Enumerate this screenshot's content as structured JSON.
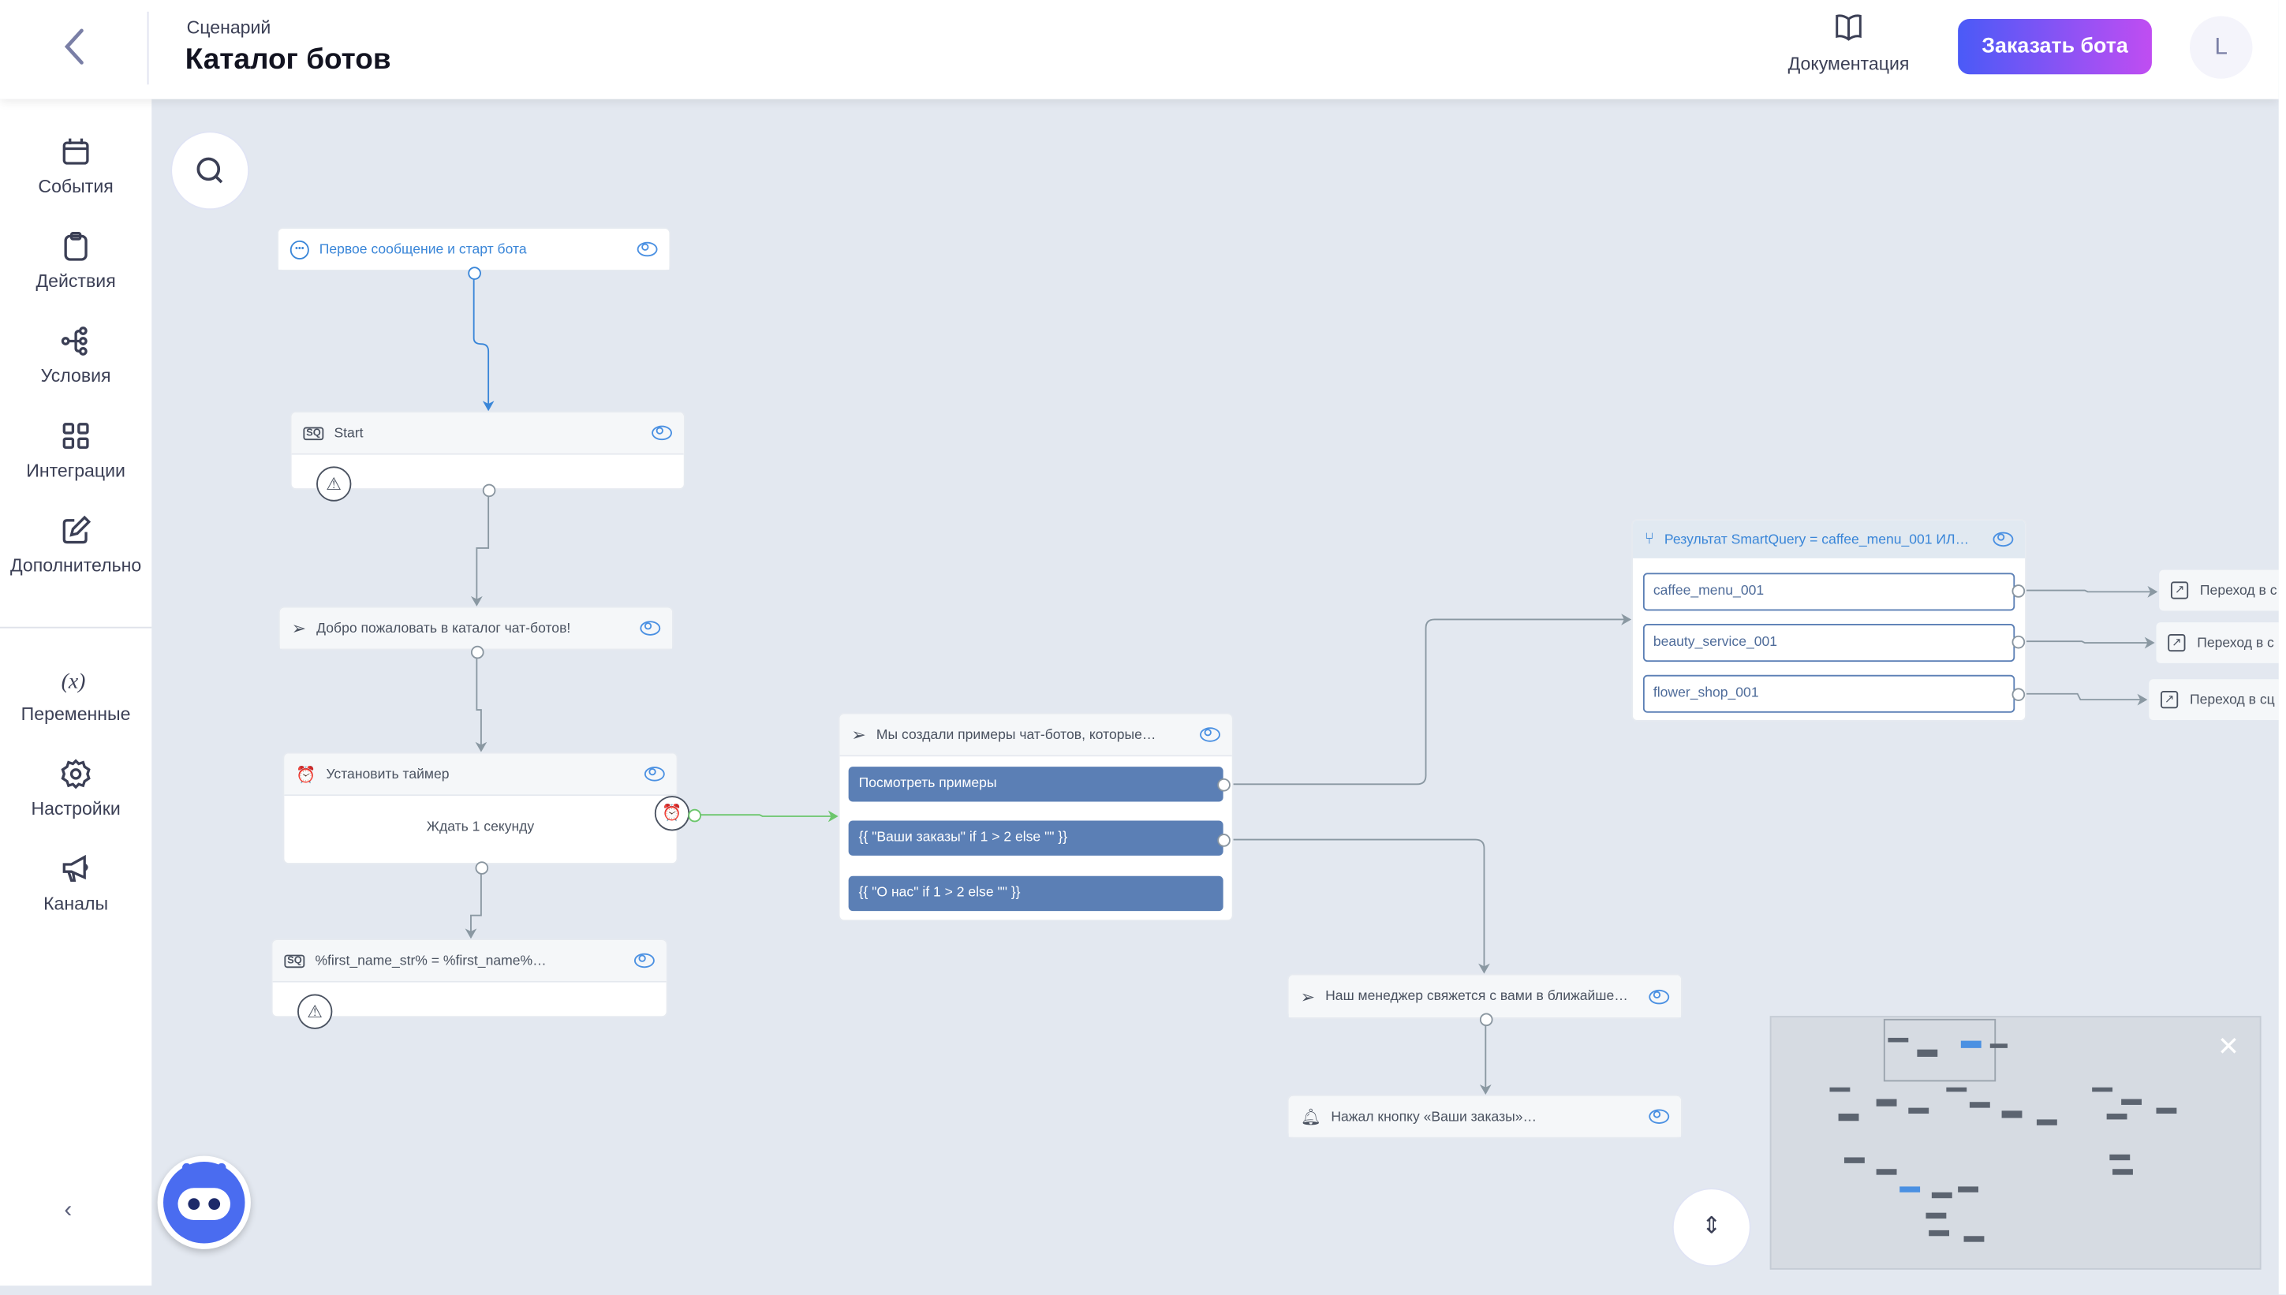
{
  "header": {
    "subtitle": "Сценарий",
    "title": "Каталог ботов",
    "docs_label": "Документация",
    "order_button": "Заказать бота",
    "avatar_letter": "L"
  },
  "sidebar": {
    "items": [
      {
        "label": "События",
        "icon": "calendar-icon"
      },
      {
        "label": "Действия",
        "icon": "clipboard-icon"
      },
      {
        "label": "Условия",
        "icon": "branch-icon"
      },
      {
        "label": "Интеграции",
        "icon": "grid-icon"
      },
      {
        "label": "Дополнительно",
        "icon": "edit-icon"
      },
      {
        "label": "Переменные",
        "icon": "variable-icon"
      },
      {
        "label": "Настройки",
        "icon": "gear-icon"
      },
      {
        "label": "Каналы",
        "icon": "megaphone-icon"
      }
    ]
  },
  "nodes": {
    "first": {
      "title": "Первое сообщение и старт бота"
    },
    "start": {
      "title": "Start"
    },
    "welcome": {
      "title": "Добро пожаловать в каталог чат-ботов!"
    },
    "timer": {
      "title": "Установить таймер",
      "body": "Ждать 1 секунду"
    },
    "firstname": {
      "title": "%first_name_str% = %first_name%…"
    },
    "examples": {
      "title": "Мы создали примеры чат-ботов, которые…",
      "buttons": [
        "Посмотреть примеры",
        "{{ \"Ваши заказы\" if 1 > 2 else \"\" }}",
        "{{ \"О нас\" if 1 > 2 else \"\" }}"
      ]
    },
    "smartquery": {
      "title": "Результат SmartQuery = caffee_menu_001 ИЛ…",
      "options": [
        "caffee_menu_001",
        "beauty_service_001",
        "flower_shop_001"
      ]
    },
    "jumps": [
      "Переход в с",
      "Переход в с",
      "Переход в сц"
    ],
    "manager": {
      "title": "Наш менеджер свяжется с вами в ближайше…"
    },
    "pressed": {
      "title": "Нажал кнопку «Ваши заказы»…"
    }
  },
  "colors": {
    "accent": "#4a90e2",
    "button": "#5b7fb5",
    "gradient_start": "#4a5af7",
    "gradient_end": "#c04df2",
    "edge": "#8a98a2",
    "edge_active": "#6cc66c"
  }
}
